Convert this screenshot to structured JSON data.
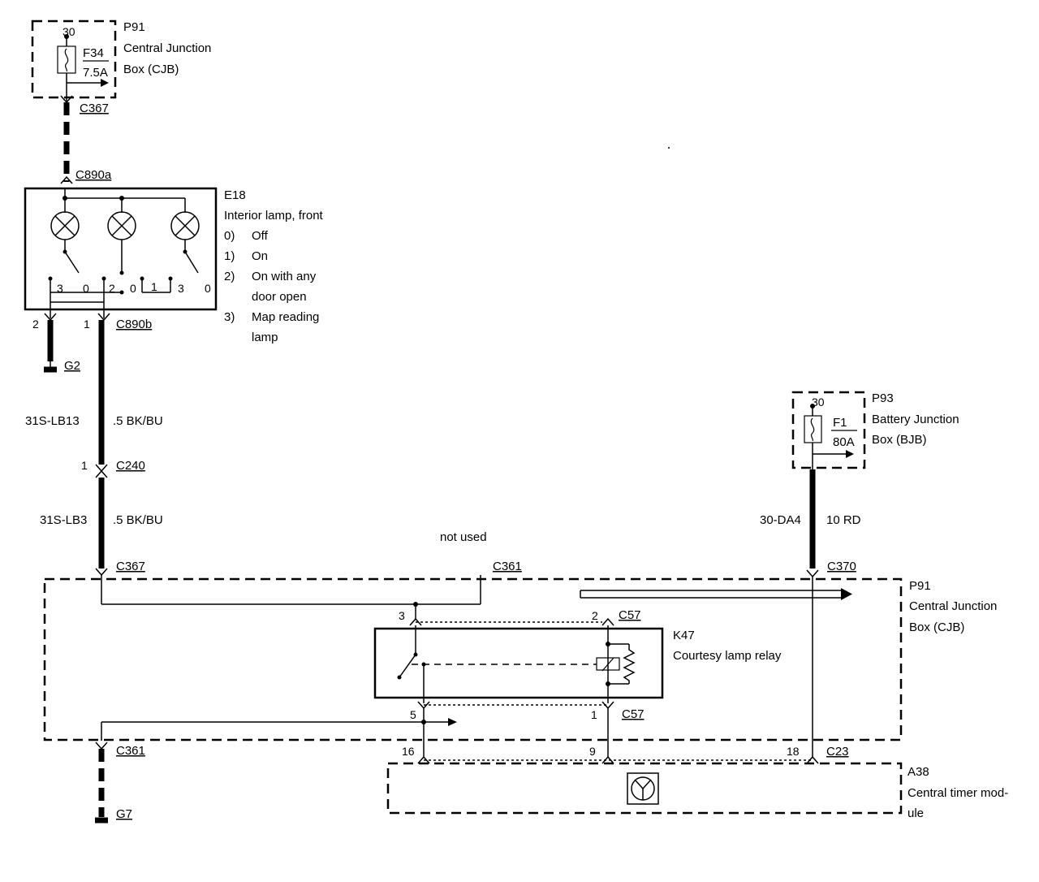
{
  "p91_top": {
    "id": "P91",
    "name_line1": "Central Junction",
    "name_line2": "Box (CJB)",
    "pin": "30",
    "fuse_id": "F34",
    "fuse_rating": "7.5A"
  },
  "connectors": {
    "c367_top": "C367",
    "c890a": "C890a",
    "c890b": "C890b",
    "c240": "C240",
    "c367_mid": "C367",
    "c361_top": "C361",
    "c370": "C370",
    "c57_top": "C57",
    "c57_bottom": "C57",
    "c361_bottom": "C361",
    "c23": "C23"
  },
  "e18": {
    "id": "E18",
    "name": "Interior lamp, front",
    "modes": [
      {
        "num": "0)",
        "text": "Off"
      },
      {
        "num": "1)",
        "text": "On"
      },
      {
        "num": "2)",
        "text": "On with any"
      },
      {
        "num": "",
        "text": "door open"
      },
      {
        "num": "3)",
        "text": "Map reading"
      },
      {
        "num": "",
        "text": "lamp"
      }
    ],
    "switch_labels": [
      "3",
      "0",
      "2",
      "0",
      "1",
      "3",
      "0"
    ],
    "pin_left": "2",
    "pin_right": "1"
  },
  "grounds": {
    "g2": "G2",
    "g7": "G7"
  },
  "wires": {
    "w1_circuit": "31S-LB13",
    "w1_spec": ".5 BK/BU",
    "c240_pin": "1",
    "w2_circuit": "31S-LB3",
    "w2_spec": ".5 BK/BU",
    "w3_circuit": "30-DA4",
    "w3_spec": "10 RD"
  },
  "not_used": "not used",
  "p93": {
    "id": "P93",
    "name_line1": "Battery Junction",
    "name_line2": "Box (BJB)",
    "pin": "30",
    "fuse_id": "F1",
    "fuse_rating": "80A"
  },
  "p91_main": {
    "id": "P91",
    "name_line1": "Central Junction",
    "name_line2": "Box (CJB)"
  },
  "k47": {
    "id": "K47",
    "name": "Courtesy lamp relay",
    "pin3": "3",
    "pin2": "2",
    "pin5": "5",
    "pin1": "1"
  },
  "a38": {
    "id": "A38",
    "name_line1": "Central timer mod-",
    "name_line2": "ule",
    "pin16": "16",
    "pin9": "9",
    "pin18": "18"
  }
}
